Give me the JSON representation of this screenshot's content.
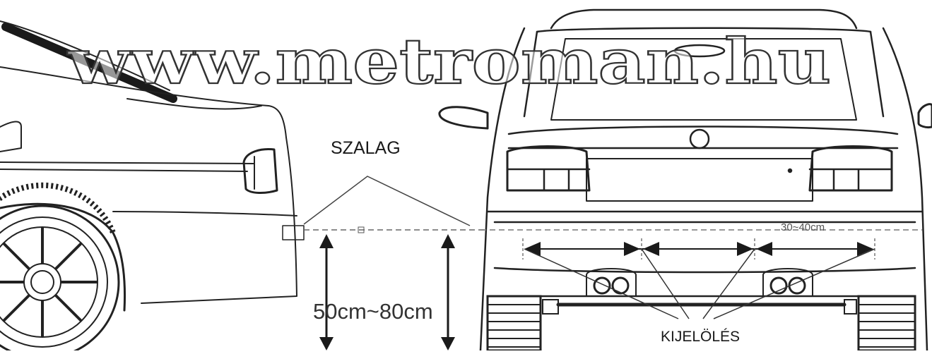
{
  "watermark": {
    "text": "www.metroman.hu"
  },
  "labels": {
    "tape": "SZALAG",
    "height_range": "50cm~80cm",
    "spacing": "30~40cm",
    "marking": "KIJELÖLÉS"
  },
  "colors": {
    "line": "#222222",
    "fill_dark": "#1a1a1a",
    "background": "#ffffff"
  }
}
